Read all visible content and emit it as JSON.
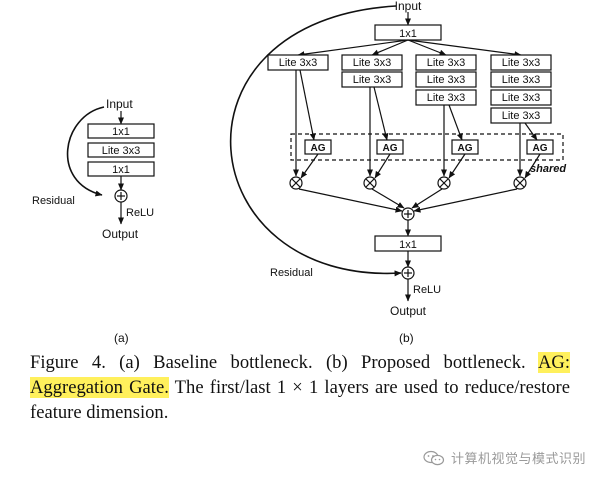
{
  "panel_a": {
    "input": "Input",
    "layer1": "1x1",
    "layer2": "Lite 3x3",
    "layer3": "1x1",
    "residual": "Residual",
    "relu": "ReLU",
    "output": "Output",
    "sublabel": "(a)"
  },
  "panel_b": {
    "input": "Input",
    "top_layer": "1x1",
    "lite": "Lite 3x3",
    "ag": "AG",
    "shared": "shared",
    "bottom_layer": "1x1",
    "residual": "Residual",
    "relu": "ReLU",
    "output": "Output",
    "sublabel": "(b)"
  },
  "caption": {
    "prefix": "Figure 4.  (a) Baseline bottleneck. (b) Proposed bottleneck. ",
    "highlight": "AG: Aggregation Gate.",
    "suffix": "  The first/last 1 × 1 layers are used to reduce/restore feature dimension.",
    "highlight_color": "#fff05c"
  },
  "watermark": {
    "text": "计算机视觉与模式识别",
    "icon": "wechat-icon"
  }
}
